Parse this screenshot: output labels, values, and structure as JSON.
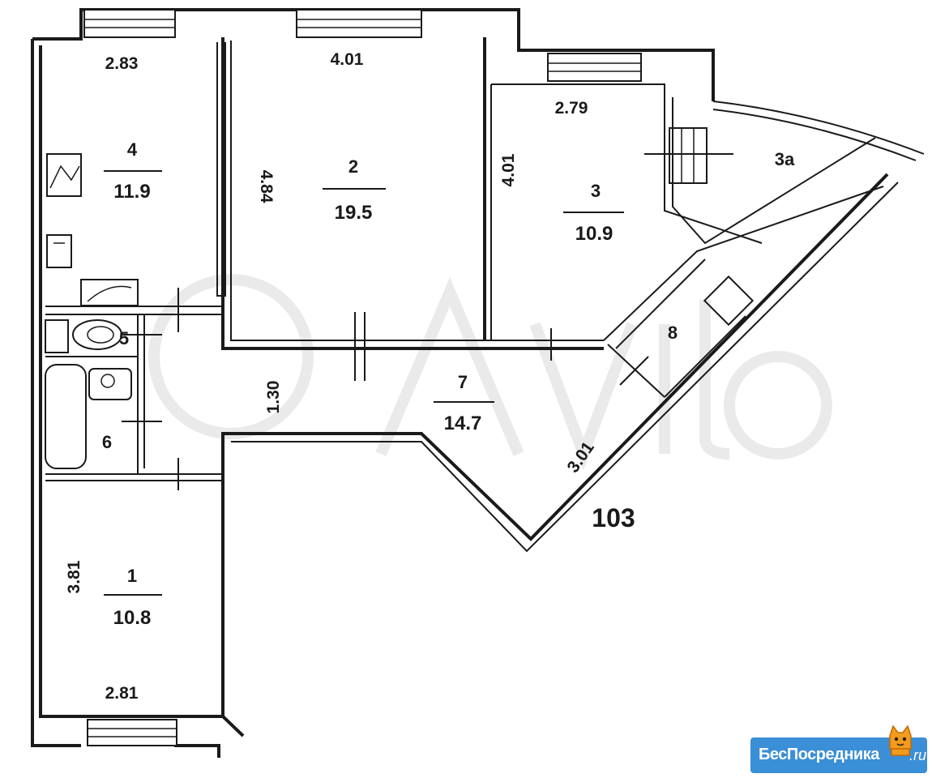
{
  "apartment_number": "103",
  "rooms": [
    {
      "id": "room-1",
      "number": "1",
      "area": "10.8"
    },
    {
      "id": "room-2",
      "number": "2",
      "area": "19.5"
    },
    {
      "id": "room-3",
      "number": "3",
      "area": "10.9"
    },
    {
      "id": "room-3a",
      "number": "3a",
      "area": ""
    },
    {
      "id": "room-4",
      "number": "4",
      "area": "11.9"
    },
    {
      "id": "room-5",
      "number": "5",
      "area": ""
    },
    {
      "id": "room-6",
      "number": "6",
      "area": ""
    },
    {
      "id": "room-7",
      "number": "7",
      "area": "14.7"
    },
    {
      "id": "room-8",
      "number": "8",
      "area": ""
    }
  ],
  "dimensions": [
    "2.83",
    "4.01",
    "2.79",
    "4.84",
    "4.01",
    "1.30",
    "3.01",
    "3.81",
    "2.81"
  ],
  "watermark_logo": {
    "text": "БесПосредника",
    "tld": ".ru"
  },
  "colors": {
    "ink": "#1a1a1a",
    "logo_bg": "#3b8fd6"
  }
}
